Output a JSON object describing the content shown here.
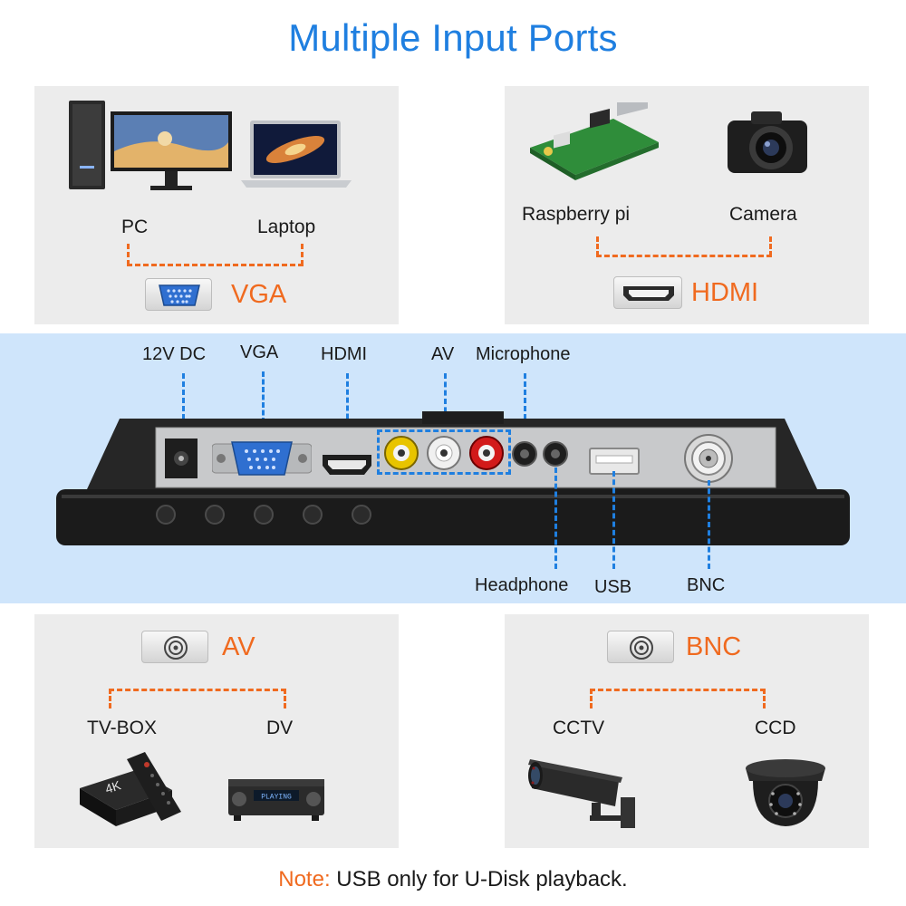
{
  "title": "Multiple Input Ports",
  "vga_panel": {
    "devices": [
      "PC",
      "Laptop"
    ],
    "port": "VGA",
    "icons": [
      "desktop-pc-icon",
      "laptop-icon",
      "vga-connector-icon"
    ]
  },
  "hdmi_panel": {
    "devices": [
      "Raspberry pi",
      "Camera"
    ],
    "port": "HDMI",
    "icons": [
      "raspberry-pi-board-icon",
      "camera-icon",
      "hdmi-connector-icon"
    ]
  },
  "device_rear": {
    "top_labels": [
      "12V DC",
      "VGA",
      "HDMI",
      "AV",
      "Microphone"
    ],
    "bottom_labels": [
      "Headphone",
      "USB",
      "BNC"
    ]
  },
  "av_panel": {
    "port": "AV",
    "devices": [
      "TV-BOX",
      "DV"
    ],
    "icons": [
      "av-connector-icon",
      "tv-box-icon",
      "dv-player-icon"
    ]
  },
  "bnc_panel": {
    "port": "BNC",
    "devices": [
      "CCTV",
      "CCD"
    ],
    "icons": [
      "bnc-connector-icon",
      "cctv-camera-icon",
      "dome-camera-icon"
    ]
  },
  "note": {
    "prefix": "Note:",
    "text": " USB only for U-Disk playback."
  },
  "colors": {
    "accent_blue": "#1f7fe0",
    "accent_orange": "#f06a1f",
    "panel_gray": "#ececec",
    "band_blue": "#cfe5fb"
  }
}
